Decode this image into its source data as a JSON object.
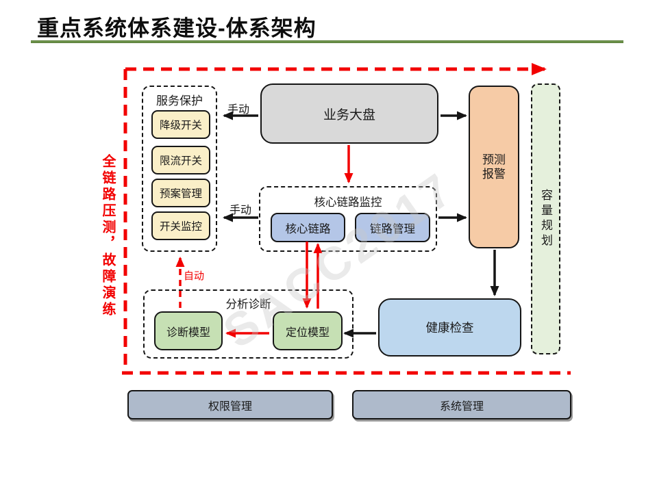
{
  "slide": {
    "title": "重点系统体系建设-体系架构",
    "accent_color": "#4E7030"
  },
  "frame": {
    "side_label": "全链路压测，故障演练",
    "color": "#F20000"
  },
  "watermark": "SACC2017",
  "groups": {
    "service_protection": {
      "title": "服务保护",
      "items": [
        "降级开关",
        "限流开关",
        "预案管理",
        "开关监控"
      ],
      "item_color": "#FAEFC8"
    },
    "core_link_monitoring": {
      "title": "核心链路监控",
      "items": [
        "核心链路",
        "链路管理"
      ],
      "item_color": "#B4C6E7"
    },
    "analysis_diagnosis": {
      "title": "分析诊断",
      "items": [
        "诊断模型",
        "定位模型"
      ],
      "item_color": "#C6E0B4"
    }
  },
  "nodes": {
    "business_dashboard": {
      "label": "业务大盘",
      "color": "#D9D9D9"
    },
    "prediction_alarm": {
      "label": "预测报警",
      "color": "#F6CBA6"
    },
    "capacity_planning": {
      "label": "容量规划",
      "color": "#E5F0DC"
    },
    "health_check": {
      "label": "健康检查",
      "color": "#BDD7EE"
    },
    "permission_mgmt": {
      "label": "权限管理",
      "color": "#AEBACB"
    },
    "system_mgmt": {
      "label": "系统管理",
      "color": "#AEBACB"
    }
  },
  "edge_labels": {
    "manual_top": "手动",
    "manual_mid": "手动",
    "auto": "自动"
  }
}
